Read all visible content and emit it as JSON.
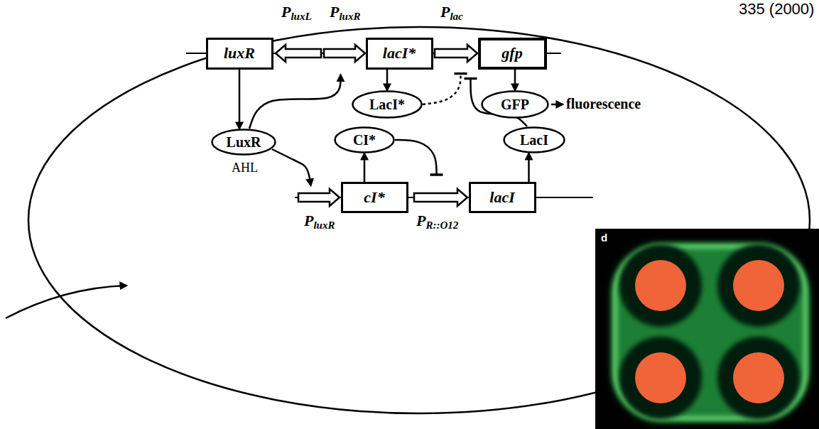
{
  "diagram": {
    "nodes": [
      {
        "text": [
          "luxR"
        ]
      },
      {
        "text": [
          "lacI*"
        ]
      },
      {
        "text": [
          "gfp"
        ]
      },
      {
        "text": [
          "LacI*"
        ]
      },
      {
        "text": [
          "GFP"
        ]
      },
      {
        "text": [
          "LuxR"
        ]
      },
      {
        "text": [
          "CI*"
        ]
      },
      {
        "text": [
          "LacI"
        ]
      },
      {
        "text": [
          "cI*"
        ]
      },
      {
        "text": [
          "lacI"
        ]
      }
    ],
    "edges": [
      {
        "from": 0,
        "to": 5,
        "arrow": "to"
      },
      {
        "from": 1,
        "to": 3,
        "arrow": "to"
      },
      {
        "from": 2,
        "to": 4,
        "arrow": "to"
      },
      {
        "from": 8,
        "to": 6,
        "arrow": "to"
      },
      {
        "from": 9,
        "to": 7,
        "arrow": "to"
      },
      {
        "from": 5,
        "to": 1,
        "arrow": "to"
      },
      {
        "from": 5,
        "to": 8,
        "arrow": "to"
      },
      {
        "from": 6,
        "to": 9,
        "arrow": "to"
      },
      {
        "from": 3,
        "to": 2,
        "arrow": "to"
      },
      {
        "from": 7,
        "to": 2,
        "arrow": "to"
      }
    ],
    "labels": [
      "335 (2000)",
      "PluxL",
      "PluxR",
      "Plac",
      "fluorescence",
      "AHL",
      "PluxR",
      "PR::O12",
      "d"
    ]
  }
}
